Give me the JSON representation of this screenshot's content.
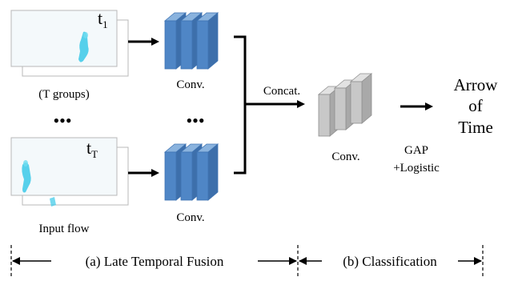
{
  "diagram": {
    "top_group": {
      "frame_label": "t",
      "frame_subscript": "1",
      "caption": "(T groups)"
    },
    "bottom_group": {
      "frame_label": "t",
      "frame_subscript": "T",
      "caption": "Input flow"
    },
    "ellipsis": "•••",
    "conv_label": "Conv.",
    "concat_label": "Concat.",
    "classifier_conv_label": "Conv.",
    "gap_line1": "GAP",
    "gap_line2": "+Logistic",
    "output_line1": "Arrow",
    "output_line2": "of",
    "output_line3": "Time",
    "section_a": "(a) Late Temporal Fusion",
    "section_b": "(b) Classification"
  },
  "colors": {
    "conv_blue_front": "#4f86c6",
    "conv_blue_top": "#8ab3de",
    "conv_gray_front": "#c8c8c8",
    "conv_gray_top": "#e2e2e2",
    "flow_cyan": "#39c9e8"
  }
}
